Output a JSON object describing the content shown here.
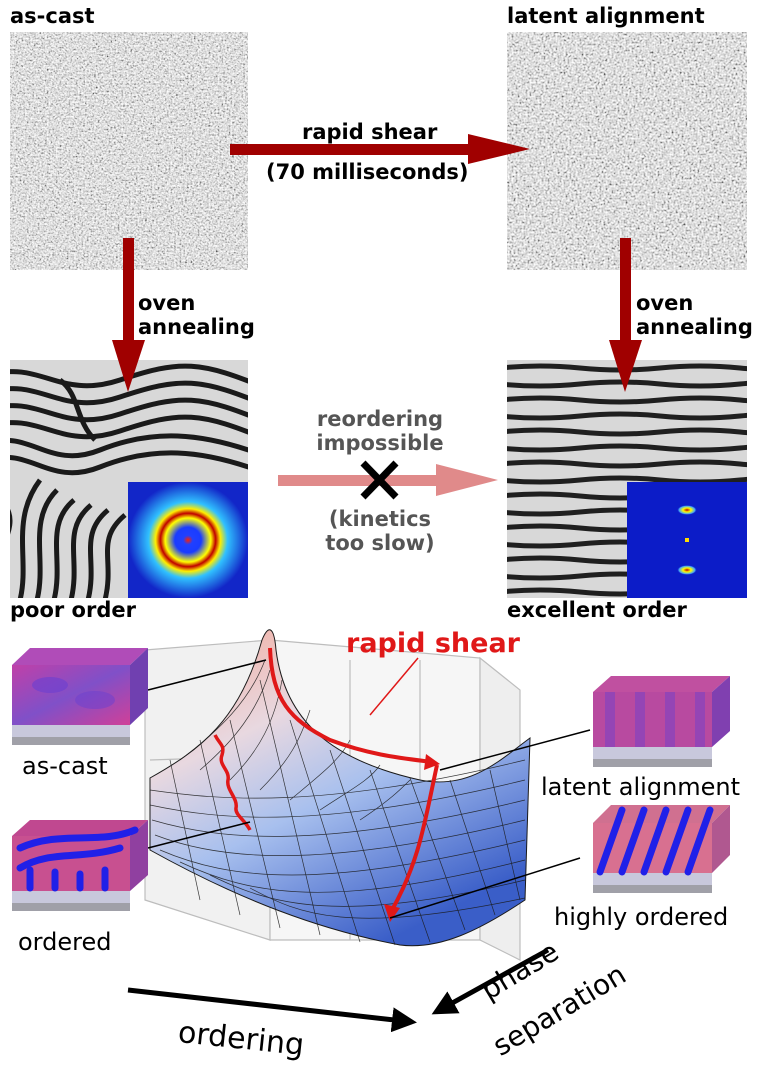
{
  "top": {
    "as_cast_label": "as-cast",
    "latent_label": "latent alignment",
    "shear_line1": "rapid shear",
    "shear_line2": "(70 milliseconds)",
    "oven_left_line1": "oven",
    "oven_left_line2": "annealing",
    "oven_right_line1": "oven",
    "oven_right_line2": "annealing",
    "reorder_line1": "reordering",
    "reorder_line2": "impossible",
    "kinetics_line1": "(kinetics",
    "kinetics_line2": "too slow)",
    "poor_label": "poor order",
    "excellent_label": "excellent order"
  },
  "bottom": {
    "rapid_shear_label": "rapid shear",
    "as_cast_label": "as-cast",
    "ordered_label": "ordered",
    "latent_label": "latent alignment",
    "highly_ordered_label": "highly ordered",
    "ordering_axis": "ordering",
    "phase_axis_line1": "phase",
    "phase_axis_line2": "separation"
  },
  "colors": {
    "arrow_dark_red": "#a00000",
    "arrow_pink": "#e08a8a",
    "shear_red": "#e01818",
    "gray_text": "#555555"
  },
  "icons": {
    "blocked": "x-mark-icon"
  }
}
